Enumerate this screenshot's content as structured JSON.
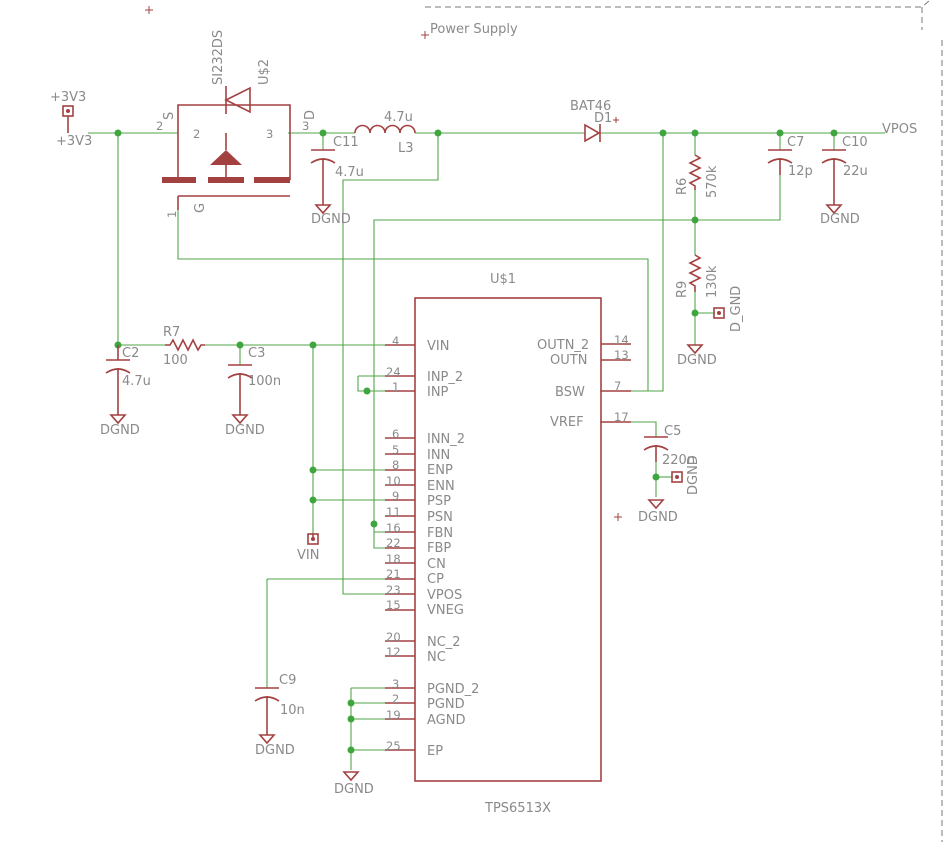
{
  "sheet_title": "Power Supply",
  "net_labels": {
    "v3v3_top": "+3V3",
    "v3v3_side": "+3V3",
    "vpos": "VPOS",
    "vin": "VIN",
    "d_gnd": "D_GND",
    "dgnd": "DGND"
  },
  "u2": {
    "part": "SI232DS",
    "ref": "U$2",
    "pin_s": "S",
    "pin_d": "D",
    "pin_g": "G",
    "pin_num_s": "2",
    "pin_num_d": "3",
    "pin_num_g": "1",
    "pin_num_body": "2"
  },
  "l3": {
    "ref": "L3",
    "value": "4.7u"
  },
  "d1": {
    "ref": "D1",
    "part": "BAT46"
  },
  "components": {
    "c11": {
      "ref": "C11",
      "value": "4.7u"
    },
    "c7": {
      "ref": "C7",
      "value": "12p"
    },
    "c10": {
      "ref": "C10",
      "value": "22u"
    },
    "r6": {
      "ref": "R6",
      "value": "570k"
    },
    "r9": {
      "ref": "R9",
      "value": "130k"
    },
    "r7": {
      "ref": "R7",
      "value": "100"
    },
    "c2": {
      "ref": "C2",
      "value": "4.7u"
    },
    "c3": {
      "ref": "C3",
      "value": "100n"
    },
    "c5": {
      "ref": "C5",
      "value": "220n"
    },
    "c9": {
      "ref": "C9",
      "value": "10n"
    }
  },
  "u1": {
    "ref": "U$1",
    "part": "TPS6513X",
    "left_pins": [
      {
        "num": "4",
        "name": "VIN"
      },
      {
        "num": "24",
        "name": "INP_2"
      },
      {
        "num": "1",
        "name": "INP"
      },
      {
        "num": "6",
        "name": "INN_2"
      },
      {
        "num": "5",
        "name": "INN"
      },
      {
        "num": "8",
        "name": "ENP"
      },
      {
        "num": "10",
        "name": "ENN"
      },
      {
        "num": "9",
        "name": "PSP"
      },
      {
        "num": "11",
        "name": "PSN"
      },
      {
        "num": "16",
        "name": "FBN"
      },
      {
        "num": "22",
        "name": "FBP"
      },
      {
        "num": "18",
        "name": "CN"
      },
      {
        "num": "21",
        "name": "CP"
      },
      {
        "num": "23",
        "name": "VPOS"
      },
      {
        "num": "15",
        "name": "VNEG"
      },
      {
        "num": "20",
        "name": "NC_2"
      },
      {
        "num": "12",
        "name": "NC"
      },
      {
        "num": "3",
        "name": "PGND_2"
      },
      {
        "num": "2",
        "name": "PGND"
      },
      {
        "num": "19",
        "name": "AGND"
      },
      {
        "num": "25",
        "name": "EP"
      }
    ],
    "right_pins": [
      {
        "num": "14",
        "name": "OUTN_2"
      },
      {
        "num": "13",
        "name": "OUTN"
      },
      {
        "num": "7",
        "name": "BSW"
      },
      {
        "num": "17",
        "name": "VREF"
      }
    ]
  }
}
